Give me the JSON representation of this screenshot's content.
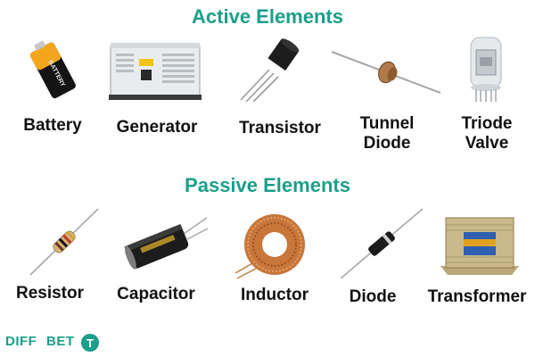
{
  "sections": [
    {
      "title": "Active Elements"
    },
    {
      "title": "Passive Elements"
    }
  ],
  "active": [
    {
      "label": "Battery",
      "battery_text": "BATTERY"
    },
    {
      "label": "Generator"
    },
    {
      "label": "Transistor"
    },
    {
      "label": "Tunnel\nDiode"
    },
    {
      "label": "Triode\nValve"
    }
  ],
  "passive": [
    {
      "label": "Resistor"
    },
    {
      "label": "Capacitor"
    },
    {
      "label": "Inductor"
    },
    {
      "label": "Diode"
    },
    {
      "label": "Transformer"
    }
  ],
  "logo": {
    "part1": "DIFF",
    "part2": "BET",
    "part3": "T"
  },
  "colors": {
    "accent": "#1b9f8a",
    "text": "#111111"
  }
}
